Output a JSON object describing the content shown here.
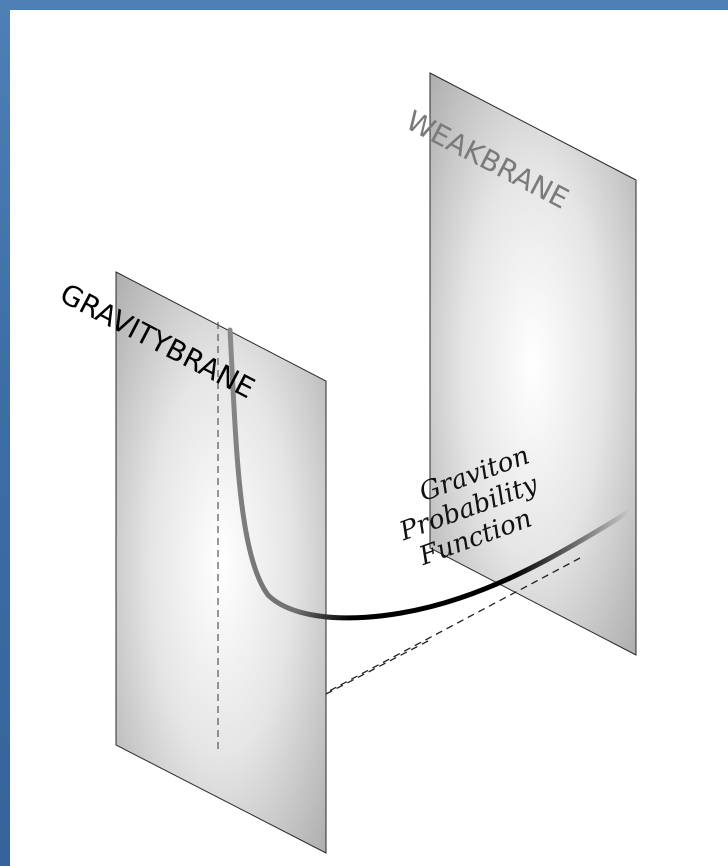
{
  "diagram": {
    "weak_brane_label": "WEAKBRANE",
    "gravity_brane_label": "GRAVITYBRANE",
    "function_label_lines": [
      "Graviton",
      "Probability",
      "Function"
    ]
  },
  "colors": {
    "background_blue": "#3f6fa3",
    "brane_gradient_center": "#ffffff",
    "brane_gradient_edge": "#a7a7a7",
    "weak_label": "#7a7a7a",
    "gravity_label": "#000000",
    "curve_dark": "#000000",
    "curve_light": "#8a8a8a"
  }
}
